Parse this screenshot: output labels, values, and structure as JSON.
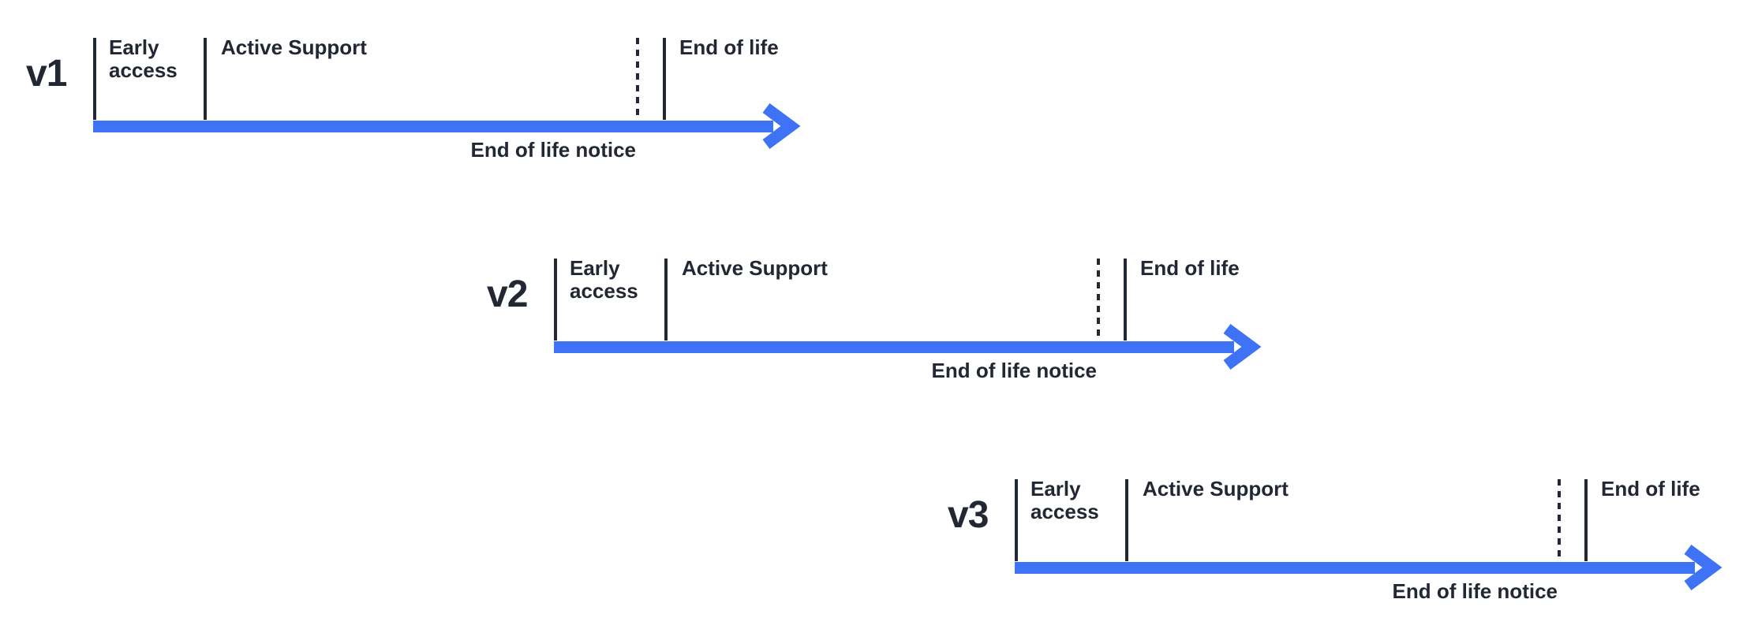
{
  "diagram": {
    "background_color": "#ffffff",
    "colors": {
      "arrow_blue": "#3e73f5",
      "ink": "#212733"
    },
    "rows": [
      {
        "version": "v1",
        "phases": {
          "early_access": "Early access",
          "active_support": "Active Support",
          "end_of_life": "End of life",
          "end_of_life_notice": "End of life notice"
        }
      },
      {
        "version": "v2",
        "phases": {
          "early_access": "Early access",
          "active_support": "Active Support",
          "end_of_life": "End of life",
          "end_of_life_notice": "End of life notice"
        }
      },
      {
        "version": "v3",
        "phases": {
          "early_access": "Early access",
          "active_support": "Active Support",
          "end_of_life": "End of life",
          "end_of_life_notice": "End of life notice"
        }
      }
    ]
  }
}
